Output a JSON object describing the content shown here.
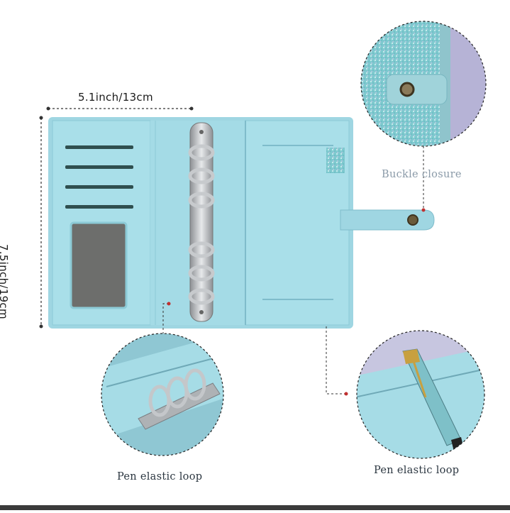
{
  "dimensions": {
    "width_label": "5.1inch/13cm",
    "height_label": "7.5inch/19cm"
  },
  "callouts": {
    "buckle": "Buckle closure",
    "pen_loop_left": "Pen elastic loop",
    "pen_loop_right": "Pen elastic loop"
  },
  "colors": {
    "binder": "#a7dde8",
    "binder_shadow": "#8fcad7",
    "ring": "#b9bcc0",
    "card_slot": "#2f4f4f",
    "window": "#6d6e6c",
    "glitter": "#8fd4d8",
    "snap": "#6a5a3a",
    "pen_gold": "#c8a040"
  },
  "icons": [
    "ring-binder-icon",
    "snap-button-icon",
    "pen-icon",
    "magnifier-circle-icon"
  ]
}
